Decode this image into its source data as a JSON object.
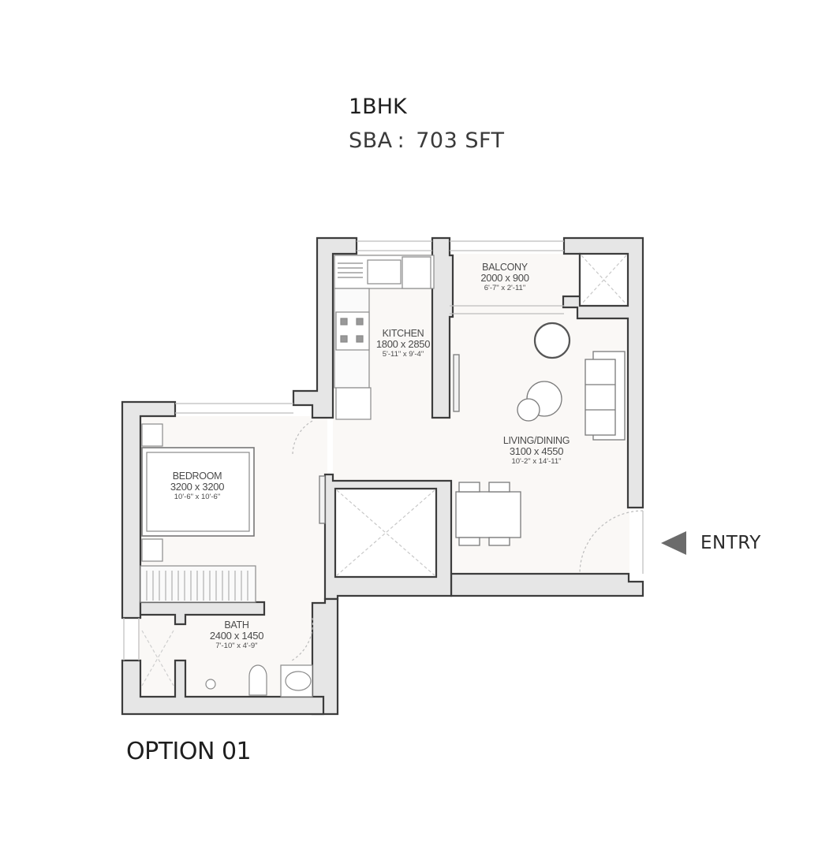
{
  "header": {
    "unit_type": "1BHK",
    "sba_label": "SBA",
    "sba_separator": ":",
    "sba_value": "703 SFT"
  },
  "option_label": "OPTION 01",
  "entry": {
    "label": "ENTRY",
    "icon": "left-triangle-arrow-icon",
    "arrow_color": "#6b6b6b"
  },
  "colors": {
    "wall_fill": "#e6e6e6",
    "wall_stroke": "#3c3c3c",
    "floor": "#faf8f6",
    "fixture_stroke": "#8a8a8a"
  },
  "rooms": [
    {
      "id": "balcony",
      "name": "BALCONY",
      "size_mm": "2000 x 900",
      "size_ft": "6'-7\" x 2'-11\""
    },
    {
      "id": "kitchen",
      "name": "KITCHEN",
      "size_mm": "1800 x 2850",
      "size_ft": "5'-11\" x 9'-4\""
    },
    {
      "id": "living",
      "name": "LIVING/DINING",
      "size_mm": "3100 x 4550",
      "size_ft": "10'-2\" x 14'-11\""
    },
    {
      "id": "bedroom",
      "name": "BEDROOM",
      "size_mm": "3200 x 3200",
      "size_ft": "10'-6\" x 10'-6\""
    },
    {
      "id": "bath",
      "name": "BATH",
      "size_mm": "2400 x 1450",
      "size_ft": "7'-10\" x 4'-9\""
    }
  ]
}
